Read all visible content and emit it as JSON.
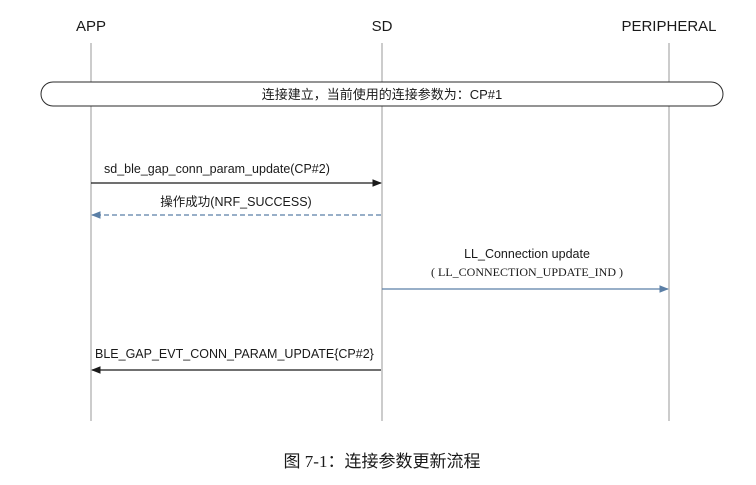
{
  "participants": [
    {
      "id": "app",
      "label": "APP"
    },
    {
      "id": "sd",
      "label": "SD"
    },
    {
      "id": "peripheral",
      "label": "PERIPHERAL"
    }
  ],
  "banner": {
    "text": "连接建立，当前使用的连接参数为：CP#1"
  },
  "messages": [
    {
      "from": "app",
      "to": "sd",
      "label": "sd_ble_gap_conn_param_update(CP#2)",
      "style": "solid",
      "color": "#1a1a1a"
    },
    {
      "from": "sd",
      "to": "app",
      "label": "操作成功(NRF_SUCCESS)",
      "style": "dashed",
      "color": "#5b7fa6"
    },
    {
      "from": "sd",
      "to": "peripheral",
      "label": "LL_Connection update",
      "sublabel": "( LL_CONNECTION_UPDATE_IND )",
      "style": "solid",
      "color": "#5b7fa6"
    },
    {
      "from": "sd",
      "to": "app",
      "label": "BLE_GAP_EVT_CONN_PARAM_UPDATE{CP#2}",
      "style": "solid",
      "color": "#1a1a1a"
    }
  ],
  "caption": {
    "text": "图 7-1：连接参数更新流程"
  },
  "colors": {
    "lifeline": "#9a9a9a",
    "text": "#1a1a1a",
    "response_arrow": "#5b7fa6"
  }
}
